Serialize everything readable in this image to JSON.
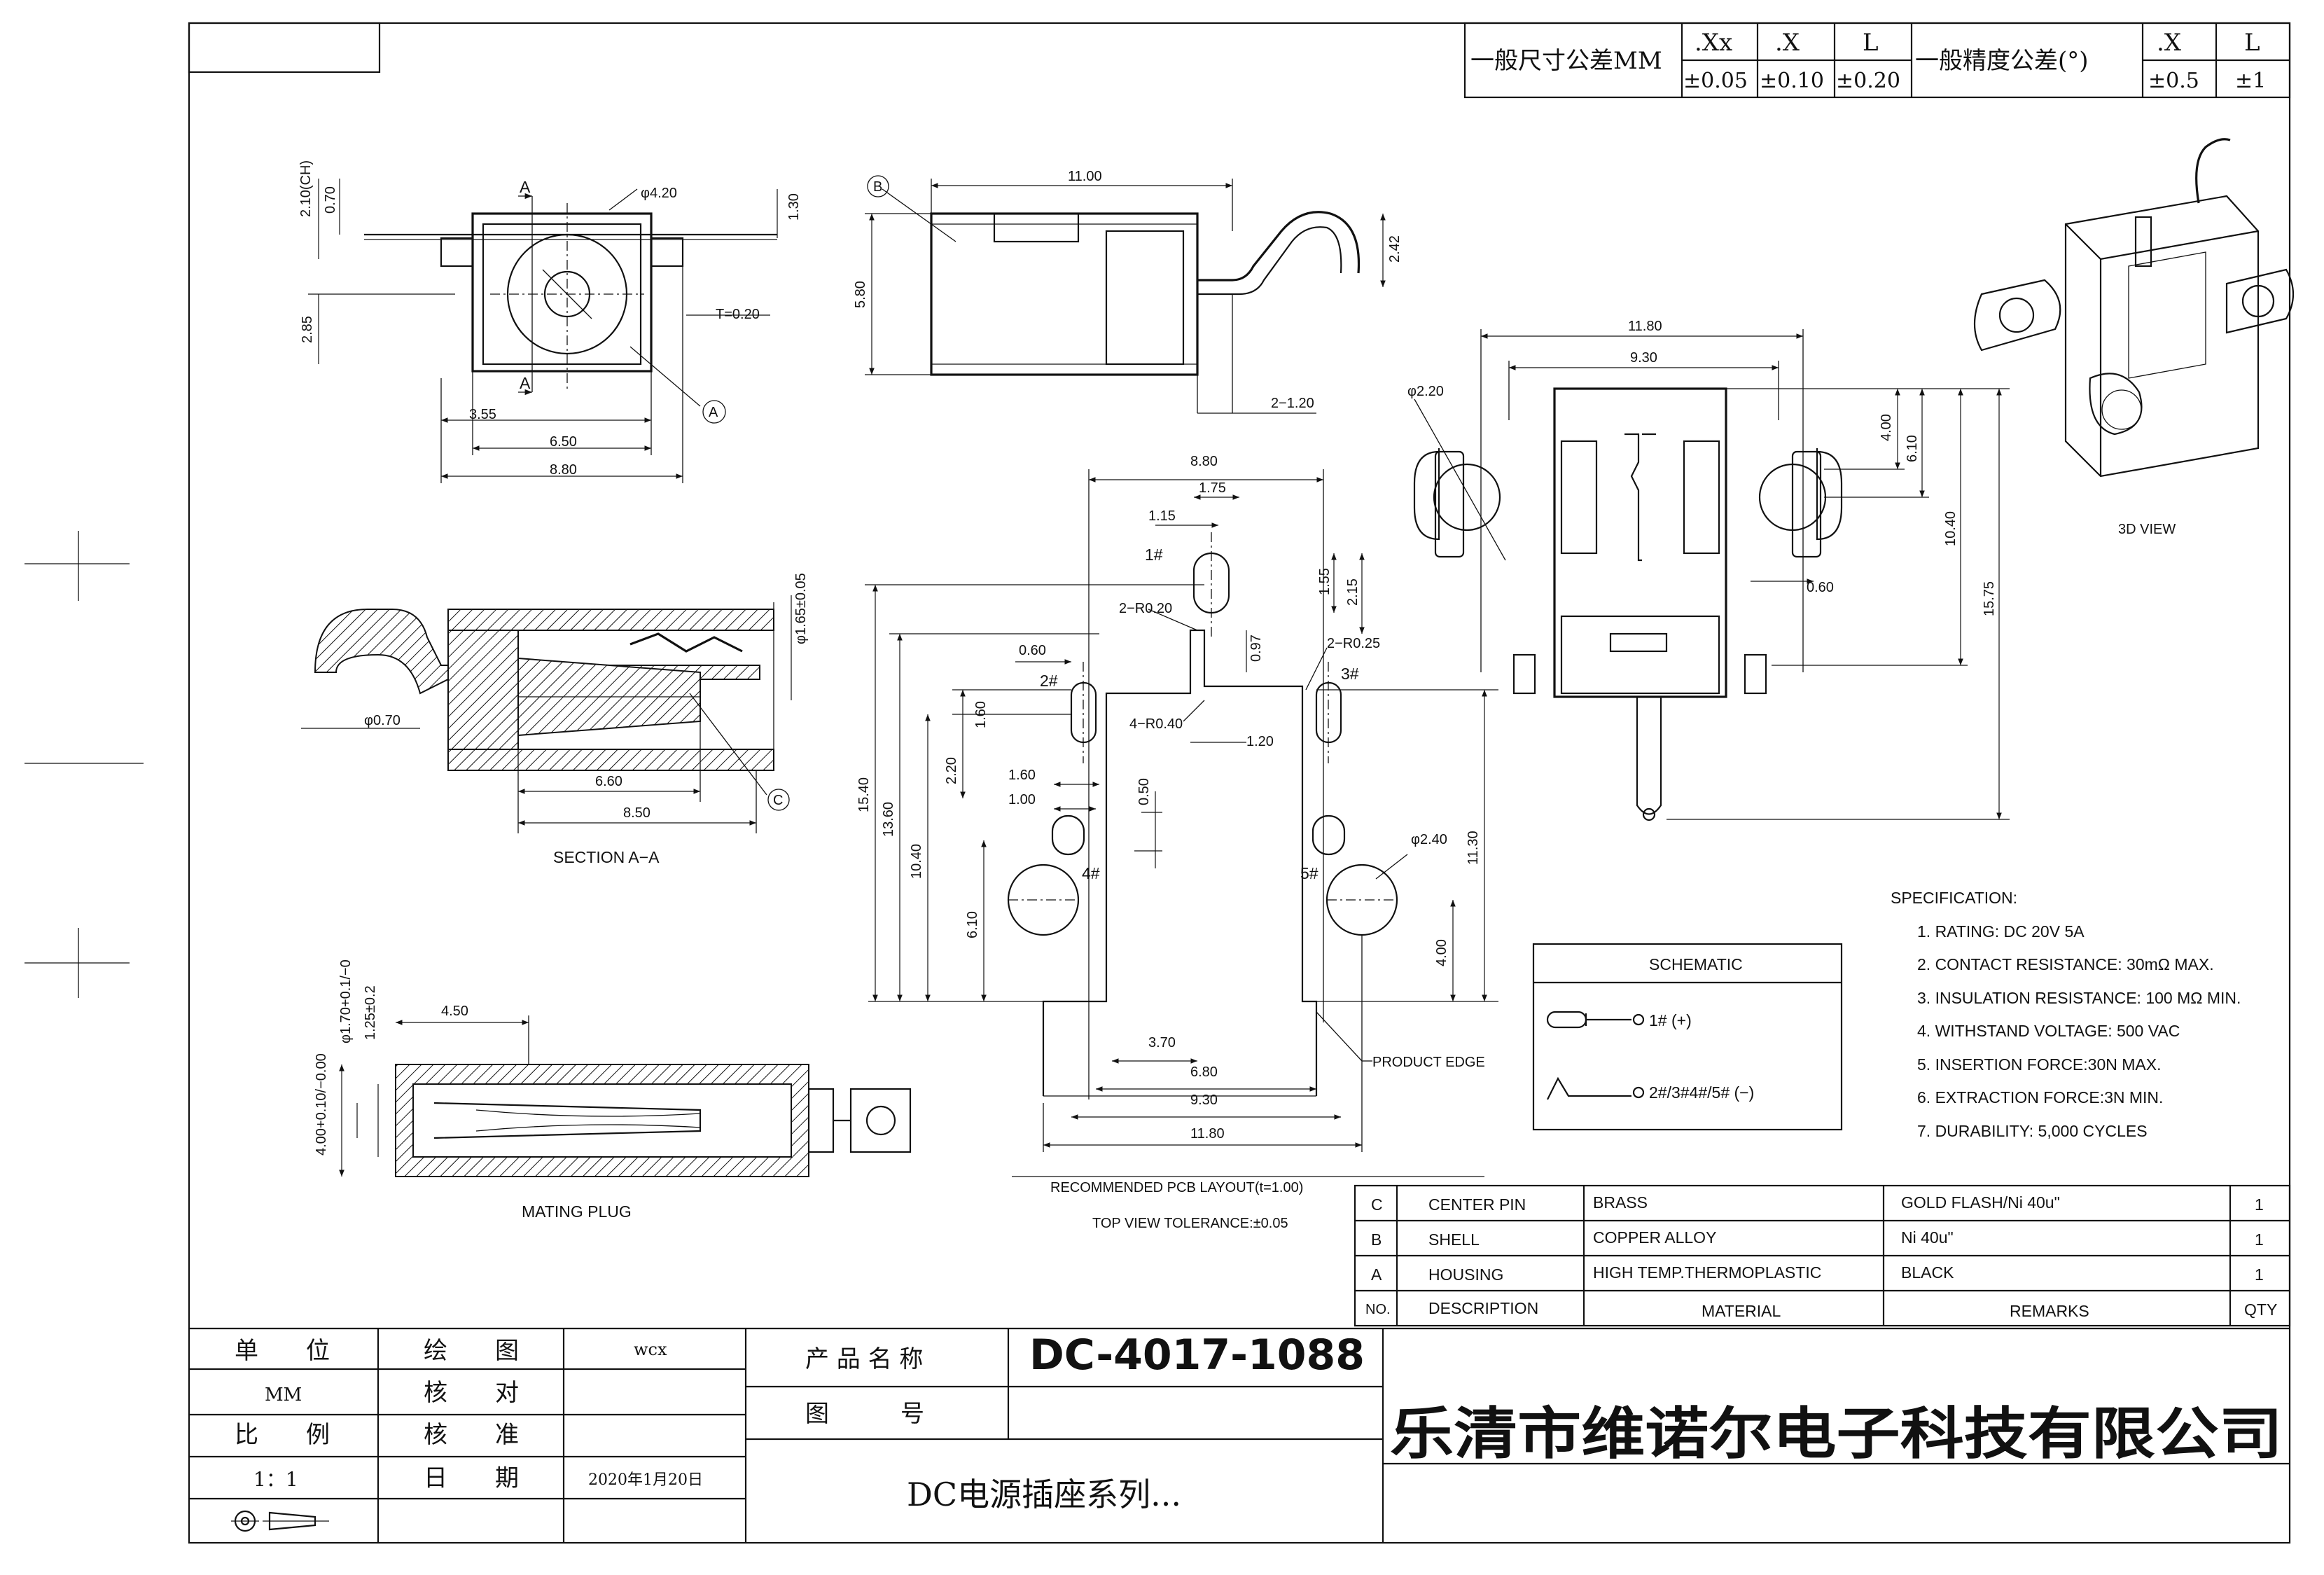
{
  "tolerance_table": {
    "general_dim_label": "一般尺寸公差MM",
    "general_angle_label": "一般精度公差(°)",
    "dim_headers": [
      ".Xx",
      ".X",
      "L"
    ],
    "dim_values": [
      "±0.05",
      "±0.10",
      "±0.20"
    ],
    "angle_headers": [
      ".X",
      "L"
    ],
    "angle_values": [
      "±0.5",
      "±1"
    ]
  },
  "top_view": {
    "dims": [
      "2.10(CH)",
      "0.70",
      "φ4.20",
      "1.30",
      "2.85",
      "T=0.20",
      "3.55",
      "6.50",
      "8.80"
    ],
    "section_marks": [
      "A",
      "A"
    ],
    "callout": "A"
  },
  "side_view": {
    "callout": "B",
    "dims": [
      "11.00",
      "5.80",
      "2.42",
      "2−1.20"
    ]
  },
  "section_view": {
    "dims": [
      "φ1.65±0.05",
      "φ0.70",
      "6.60",
      "8.50"
    ],
    "callout": "C",
    "caption": "SECTION A−A"
  },
  "mating_plug": {
    "dims": [
      "φ1.70+0.1/−0",
      "1.25±0.2",
      "4.50",
      "4.00+0.10/−0.00"
    ],
    "caption": "MATING PLUG"
  },
  "pcb_layout": {
    "dims": [
      "8.80",
      "1.75",
      "1.15",
      "1.55",
      "2.15",
      "2−R0.20",
      "0.97",
      "2−R0.25",
      "0.60",
      "1.60",
      "4−R0.40",
      "1.20",
      "15.40",
      "13.60",
      "10.40",
      "2.20",
      "1.60",
      "1.00",
      "0.50",
      "φ2.40",
      "11.30",
      "6.10",
      "4.00",
      "3.70",
      "6.80",
      "9.30",
      "11.80"
    ],
    "pins": [
      "1#",
      "2#",
      "3#",
      "4#",
      "5#"
    ],
    "product_edge": "PRODUCT EDGE",
    "caption_1": "RECOMMENDED PCB LAYOUT(t=1.00)",
    "caption_2": "TOP VIEW TOLERANCE:±0.05"
  },
  "bottom_view": {
    "dims": [
      "11.80",
      "9.30",
      "φ2.20",
      "4.00",
      "6.10",
      "10.40",
      "15.75",
      "0.60"
    ]
  },
  "view_3d": {
    "caption": "3D VIEW"
  },
  "specification": {
    "title": "SPECIFICATION:",
    "items": [
      "1. RATING: DC 20V 5A",
      "2. CONTACT RESISTANCE: 30mΩ MAX.",
      "3. INSULATION RESISTANCE: 100 MΩ MIN.",
      "4. WITHSTAND VOLTAGE: 500 VAC",
      "5. INSERTION FORCE:30N MAX.",
      "6. EXTRACTION FORCE:3N MIN.",
      "7. DURABILITY: 5,000 CYCLES"
    ]
  },
  "schematic": {
    "title": "SCHEMATIC",
    "line1": "1#  (+)",
    "line2": "2#/3#4#/5#   (−)"
  },
  "bom": {
    "headers": [
      "NO.",
      "DESCRIPTION",
      "MATERIAL",
      "REMARKS",
      "QTY"
    ],
    "rows": [
      {
        "no": "C",
        "desc": "CENTER PIN",
        "material": "BRASS",
        "remarks": "GOLD FLASH/Ni 40u\"",
        "qty": "1"
      },
      {
        "no": "B",
        "desc": "SHELL",
        "material": "COPPER ALLOY",
        "remarks": "Ni 40u\"",
        "qty": "1"
      },
      {
        "no": "A",
        "desc": "HOUSING",
        "material": "HIGH TEMP.THERMOPLASTIC",
        "remarks": "BLACK",
        "qty": "1"
      }
    ]
  },
  "title_block": {
    "unit_label": "单　　位",
    "unit_value": "MM",
    "scale_label": "比　　例",
    "scale_value": "1：1",
    "drawn_label": "绘　　图",
    "drawn_value": "wcx",
    "check_label": "核　　对",
    "approve_label": "核　　准",
    "date_label": "日　　期",
    "date_value": "2020年1月20日",
    "product_name_label": "产 品 名 称",
    "product_name_value": "DC-4017-1088",
    "drawing_no_label": "图　　　号",
    "series": "DC电源插座系列...",
    "company": "乐清市维诺尔电子科技有限公司"
  }
}
